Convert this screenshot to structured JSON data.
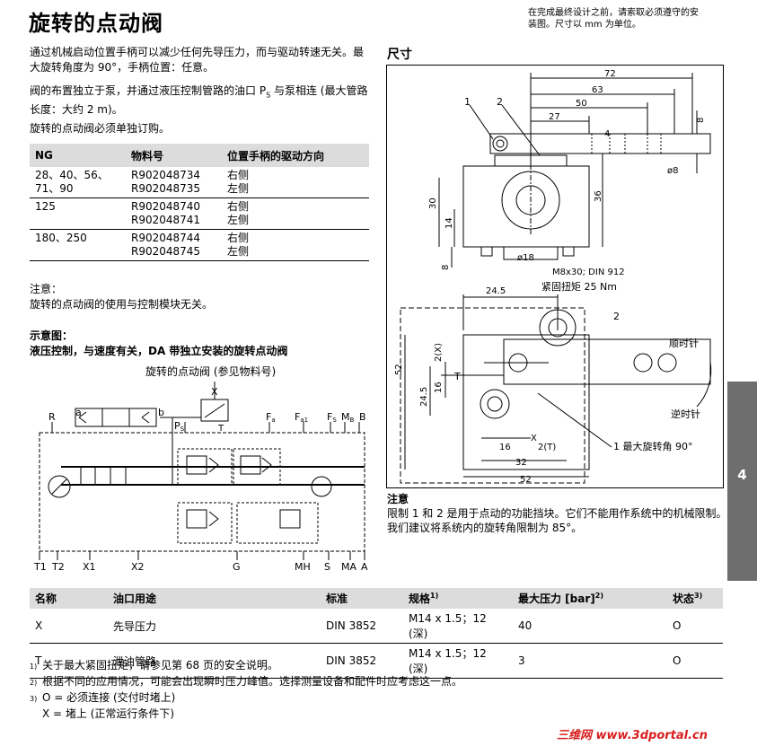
{
  "page": {
    "title": "旋转的点动阀",
    "top_note": "在完成最终设计之前，请索取必须遵守的安装图。尺寸以 mm 为单位。",
    "side_tab": "4",
    "watermark": "三维网 www.3dportal.cn"
  },
  "intro": {
    "p1": "通过机械启动位置手柄可以减少任何先导压力，而与驱动转速无关。最大旋转角度为 90°，手柄位置：任意。",
    "p2_a": "阀的布置独立于泵，并通过液压控制管路的油口 P",
    "p2_sub": "S",
    "p2_b": " 与泵相连 (最大管路长度：大约 2 m)。",
    "p3": "旋转的点动阀必须单独订购。"
  },
  "order_table": {
    "headers": [
      "NG",
      "物料号",
      "位置手柄的驱动方向"
    ],
    "rows": [
      {
        "ng": [
          "28、40、56、",
          "71、90"
        ],
        "part": [
          "R902048734",
          "R902048735"
        ],
        "dir": [
          "右侧",
          "左侧"
        ]
      },
      {
        "ng": [
          "125",
          ""
        ],
        "part": [
          "R902048740",
          "R902048741"
        ],
        "dir": [
          "右侧",
          "左侧"
        ]
      },
      {
        "ng": [
          "180、250",
          ""
        ],
        "part": [
          "R902048744",
          "R902048745"
        ],
        "dir": [
          "右侧",
          "左侧"
        ]
      }
    ]
  },
  "note_left": {
    "label": "注意：",
    "text": "旋转的点动阀的使用与控制模块无关。"
  },
  "schematic": {
    "label": "示意图：",
    "title": "液压控制，与速度有关，DA 带独立安装的旋转点动阀",
    "valve_label": "旋转的点动阀 (参见物料号)",
    "ports_top": [
      "R",
      "P",
      "S",
      "F",
      "a",
      "F",
      "a1",
      "F",
      "S",
      "M",
      "B",
      "B"
    ],
    "ports_bottom": [
      "T1",
      "T2",
      "X1",
      "X2",
      "G",
      "MH",
      "S",
      "MA",
      "A"
    ],
    "letters": {
      "a": "a",
      "b": "b",
      "X": "X",
      "T": "T"
    }
  },
  "dimensions": {
    "title": "尺寸",
    "top": {
      "d72": "72",
      "d63": "63",
      "d50": "50",
      "d27": "27",
      "d4": "4",
      "d8": "8",
      "d30": "30",
      "d14": "14",
      "d36": "36",
      "d8b": "8",
      "phi8": "ø8",
      "phi18": "ø18",
      "thread": "M8x30; DIN 912",
      "torque": "紧固扭矩 25 Nm",
      "c1": "1",
      "c2": "2"
    },
    "bottom": {
      "d245": "24.5",
      "d52": "52",
      "d245b": "24.5",
      "d2X": "2(X)",
      "d16": "16",
      "d16b": "16",
      "d32": "32",
      "d52b": "52",
      "d2T": "2(T)",
      "X": "X",
      "T": "T",
      "c2": "2",
      "cw": "顺时针",
      "ccw": "逆时针",
      "maxangle": "1 最大旋转角 90°"
    }
  },
  "note_right": {
    "label": "注意",
    "text1": "限制 1 和 2 是用于点动的功能挡块。它们不能用作系统中的机械限制。",
    "text2": "我们建议将系统内的旋转角限制为 85°。"
  },
  "port_table": {
    "headers": [
      "名称",
      "油口用途",
      "标准",
      "规格",
      "最大压力 [bar]",
      "状态"
    ],
    "header_sups": [
      "",
      "",
      "",
      "1)",
      "2)",
      "3)"
    ],
    "rows": [
      [
        "X",
        "先导压力",
        "DIN 3852",
        "M14 x 1.5；12 (深)",
        "40",
        "O"
      ],
      [
        "T",
        "泄油管路",
        "DIN 3852",
        "M14 x 1.5；12 (深)",
        "3",
        "O"
      ]
    ]
  },
  "footnotes": [
    {
      "num": "1)",
      "text": "关于最大紧固扭矩，请参见第 68 页的安全说明。"
    },
    {
      "num": "2)",
      "text": "根据不同的应用情况，可能会出现瞬时压力峰值。选择测量设备和配件时应考虑这一点。"
    },
    {
      "num": "3)",
      "text": "O = 必须连接 (交付时堵上)"
    },
    {
      "num": "",
      "text": "X = 堵上 (正常运行条件下)"
    }
  ]
}
